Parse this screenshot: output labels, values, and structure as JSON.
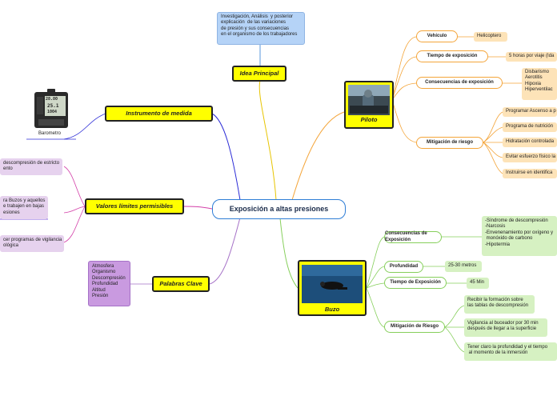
{
  "center": "Exposición a altas presiones",
  "idea": {
    "label": "Idea Principal",
    "text_lines": [
      "Investigación, Análisis  y posterior",
      "explicación  de las variaciones",
      "de presión y sus consecuencias",
      "en el organismo de los trabajadores"
    ]
  },
  "instrument": {
    "label": "Instrumento de medida",
    "caption": "Barometro",
    "display": [
      "28.80",
      "25.1",
      "1004"
    ]
  },
  "limits": {
    "label": "Valores límites permisibles",
    "items": [
      [
        "descompresión de estricto",
        "ento"
      ],
      [
        "ra Buzos y aquellos",
        "e trabajen en bajas",
        "esiones"
      ],
      [
        "cer programas de vigilancia",
        "ológica"
      ]
    ]
  },
  "keywords": {
    "label": "Palabras Clave",
    "items": [
      "Atmosfera",
      "Organismo",
      "Descompresión",
      "Profundidad",
      "Altitud",
      "Presión"
    ]
  },
  "pilot": {
    "label": "Piloto",
    "branches": [
      {
        "label": "Vehículo",
        "leaves": [
          "Helicoptero"
        ]
      },
      {
        "label": "Tiempo de exposición",
        "leaves": [
          "5 horas por viaje (Ida"
        ]
      },
      {
        "label": "Consecuencias de exposición",
        "leaves": [
          "Disbarismo",
          "Aerotitis",
          "Hipoxia",
          "Hiperventilac"
        ]
      },
      {
        "label": "Mitigación de riesgo",
        "leaves": [
          "Programar Ascenso a p",
          "Programa de nutrición",
          "Hidratación controlada",
          "Evitar esfuerzo físico la",
          "Instruirse en identifica"
        ]
      }
    ]
  },
  "diver": {
    "label": "Buzo",
    "branches": [
      {
        "label": "Consecuencias de Exposición",
        "leaves": [
          [
            "-Síndrome de descompresión",
            "-Narcosis",
            "-Envenenamiento por oxígeno y",
            " monóxido de carbono",
            "-Hipotermia"
          ]
        ]
      },
      {
        "label": "Profundidad",
        "leaves": [
          [
            "25-30 metros"
          ]
        ]
      },
      {
        "label": "Tiempo de Exposición",
        "leaves": [
          [
            "45 Min"
          ]
        ]
      },
      {
        "label": "Mitigación de Riesgo",
        "leaves": [
          [
            "Recibir la formación sobre",
            "las tablas de descompresión"
          ],
          [
            "Vigilancia al buceador por 30 min",
            "después de llegar a la superficie"
          ],
          [
            "Tener claro la profundidad y el tiempo",
            " al momento de la inmersión"
          ]
        ]
      }
    ]
  },
  "colors": {
    "blue_branch": "#2b2bd6",
    "orange_branch": "#f4a53a",
    "green_branch": "#86cf5b",
    "pink_branch": "#d33ea8",
    "gold_branch": "#e7c400",
    "purple_branch": "#a571c7"
  }
}
